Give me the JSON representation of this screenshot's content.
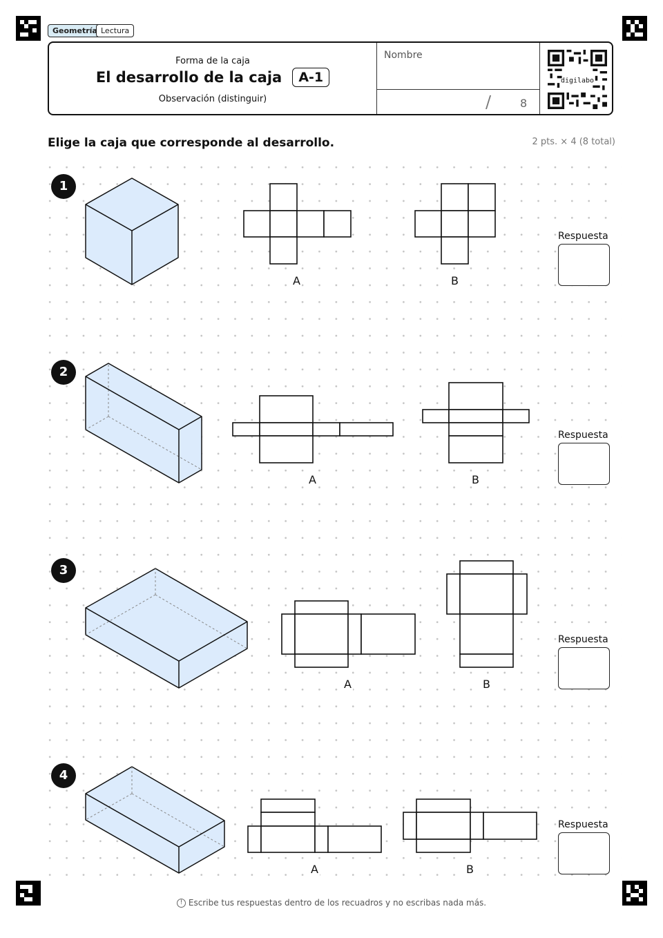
{
  "tags": {
    "subject": "Geometría",
    "type": "Lectura"
  },
  "header": {
    "topic": "Forma de la caja",
    "title": "El desarrollo de la caja",
    "code": "A-1",
    "skill": "Observación (distinguir)",
    "name_label": "Nombre",
    "score_slash": "/",
    "score_total": "8",
    "qr_text": "digilabo"
  },
  "instruction": "Elige la caja que corresponde al desarrollo.",
  "points": "2 pts. × 4 (8 total)",
  "questions": [
    {
      "number": "1",
      "option_a": "A",
      "option_b": "B",
      "answer_label": "Respuesta"
    },
    {
      "number": "2",
      "option_a": "A",
      "option_b": "B",
      "answer_label": "Respuesta"
    },
    {
      "number": "3",
      "option_a": "A",
      "option_b": "B",
      "answer_label": "Respuesta"
    },
    {
      "number": "4",
      "option_a": "A",
      "option_b": "B",
      "answer_label": "Respuesta"
    }
  ],
  "footer": {
    "icon": "info-icon",
    "text": "Escribe tus respuestas dentro de los recuadros y no escribas nada más."
  },
  "colors": {
    "box_fill": "#dcebfc",
    "tag_active": "#d9ecf5",
    "line": "#111111"
  }
}
